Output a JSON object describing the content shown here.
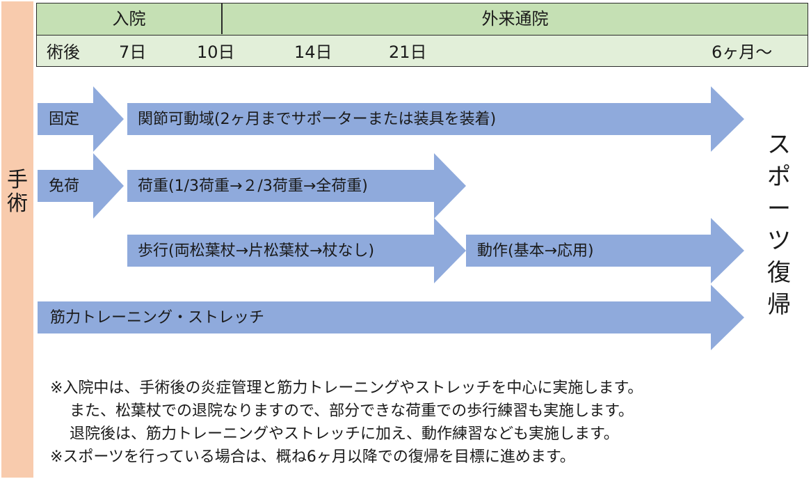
{
  "sidebar": {
    "label": [
      "手",
      "術"
    ]
  },
  "timeline": {
    "phase_inpatient": "入院",
    "phase_outpatient": "外来通院",
    "start_label": "術後",
    "days": [
      "7日",
      "10日",
      "14日",
      "21日",
      "6ヶ月〜"
    ]
  },
  "arrows": {
    "fixation": "固定",
    "rom": "関節可動域(2ヶ月までサポーターまたは装具を装着)",
    "non_weight": "免荷",
    "weight_bearing": "荷重(1/3荷重→２/3荷重→全荷重)",
    "walking": "歩行(両松葉杖→片松葉杖→杖なし)",
    "movement": "動作(基本→応用)",
    "strength": "筋力トレーニング・ストレッチ"
  },
  "goal": [
    "ス",
    "ポ",
    "ー",
    "ツ",
    "復",
    "帰"
  ],
  "notes": [
    "※入院中は、手術後の炎症管理と筋力トレーニングやストレッチを中心に実施します。",
    "また、松葉杖での退院なりますので、部分できな荷重での歩行練習も実施します。",
    "退院後は、筋力トレーニングやストレッチに加え、動作練習なども実施します。",
    "※スポーツを行っている場合は、概ね6ヶ月以降での復帰を目標に進めます。"
  ],
  "colors": {
    "arrow": "#8faadc",
    "sidebar": "#f8cbad",
    "timeline_top": "#c5e0b4",
    "timeline_bottom": "#e2efd9"
  }
}
